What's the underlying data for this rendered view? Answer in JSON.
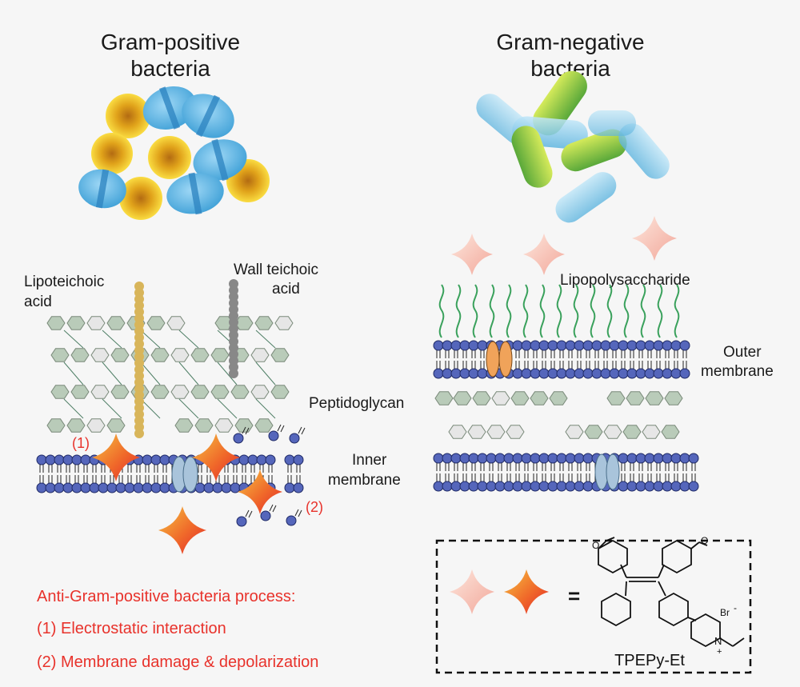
{
  "headings": {
    "gram_positive": [
      "Gram-positive",
      "bacteria"
    ],
    "gram_negative": [
      "Gram-negative",
      "bacteria"
    ]
  },
  "labels": {
    "lipoteichoic": [
      "Lipoteichoic",
      "acid"
    ],
    "wall_teichoic": [
      "Wall teichoic",
      "acid"
    ],
    "lipopolysaccharide": "Lipopolysaccharide",
    "outer_membrane": [
      "Outer",
      "membrane"
    ],
    "peptidoglycan": "Peptidoglycan",
    "inner_membrane": [
      "Inner",
      "membrane"
    ],
    "step1_marker": "(1)",
    "step2_marker": "(2)"
  },
  "process": {
    "title": "Anti-Gram-positive bacteria process:",
    "steps": [
      "(1) Electrostatic interaction",
      "(2) Membrane damage & depolarization"
    ]
  },
  "legend": {
    "equals": "=",
    "compound_name": "TPEPy-Et",
    "counterion": "Br",
    "counterion_charge": "-",
    "nitrogen": "N",
    "nitrogen_charge": "+"
  },
  "colors": {
    "text": "#1a1a1a",
    "red_text": "#e8322b",
    "head_blue": "#5566bb",
    "gram_pos_green": "#b9cbb9",
    "lipid_gold": "#d8b55a",
    "wall_gray": "#888888",
    "lps_green": "#3aa15c",
    "porin_orange": "#f0a35a",
    "channel_blue": "#a9c4db"
  }
}
